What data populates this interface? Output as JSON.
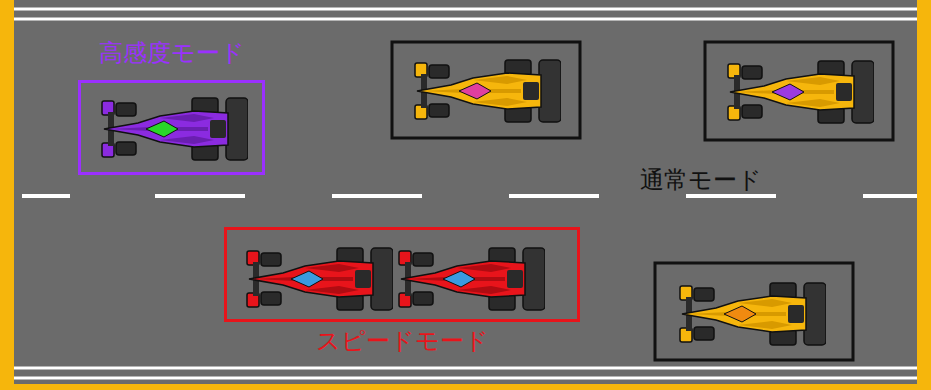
{
  "diagram": {
    "nodes": [
      {
        "text": [
          "高感度モード"
        ]
      },
      {
        "text": [
          "スピードモード"
        ]
      }
    ],
    "labels": [
      "通常モード"
    ]
  }
}
